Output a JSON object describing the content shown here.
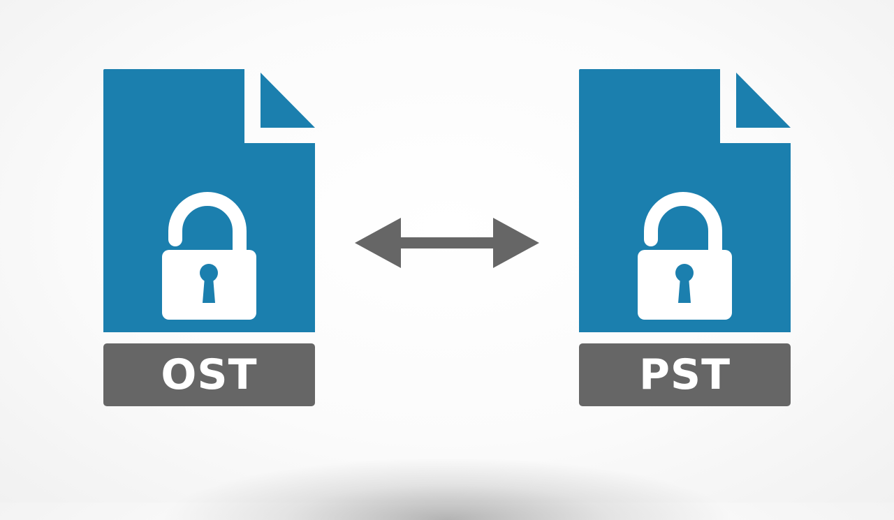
{
  "scene": {
    "description": "Two file icons with padlocks connected by a bidirectional arrow",
    "colors": {
      "file_blue": "#1b7fae",
      "label_gray": "#666666",
      "arrow_gray": "#666666",
      "lock_white": "#ffffff",
      "background": "#f7f7f7"
    }
  },
  "files": [
    {
      "label": "OST",
      "icon": "file-icon",
      "lock_icon": "unlocked-padlock-icon"
    },
    {
      "label": "PST",
      "icon": "file-icon",
      "lock_icon": "unlocked-padlock-icon"
    }
  ],
  "connector": {
    "icon": "double-headed-arrow-icon"
  }
}
